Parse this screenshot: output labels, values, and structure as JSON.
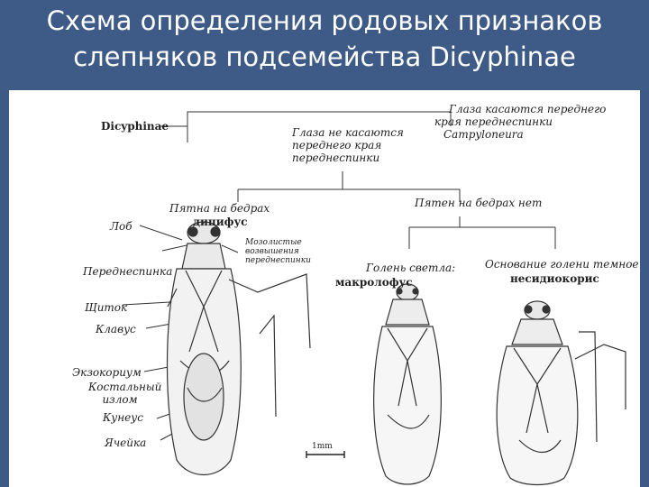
{
  "title": {
    "line1": "Схема определения родовых признаков",
    "line2": "слепняков подсемейства Dicyphinae"
  },
  "tree": {
    "root": "Dicyphinae",
    "branch_left": [
      "Глаза не касаются",
      "переднего края",
      "переднеспинки"
    ],
    "branch_right": [
      "Глаза касаются переднего",
      "края переднеспинки",
      "Campyloneura"
    ],
    "spots_yes": "Пятна на бедрах",
    "spots_yes_genus": "дицифус",
    "spots_no": "Пятен на бедрах нет",
    "tibia_light": "Голень светла:",
    "tibia_light_genus": "макролофус",
    "tibia_dark": "Основание голени темное",
    "tibia_dark_genus": "несидиокорис"
  },
  "parts": {
    "lob": "Лоб",
    "pronotum": "Переднеспинка",
    "scutellum": "Щиток",
    "clavus": "Клавус",
    "exocorium": "Экзокориум",
    "costal_line1": "Костальный",
    "costal_line2": "излом",
    "cuneus": "Кунеус",
    "cell": "Ячейка",
    "callosities": [
      "Мозолистые",
      "возвышения",
      "переднеспинки"
    ]
  },
  "scale": "1mm",
  "colors": {
    "background": "#3d5a86",
    "panel": "#ffffff",
    "ink": "#222222"
  }
}
